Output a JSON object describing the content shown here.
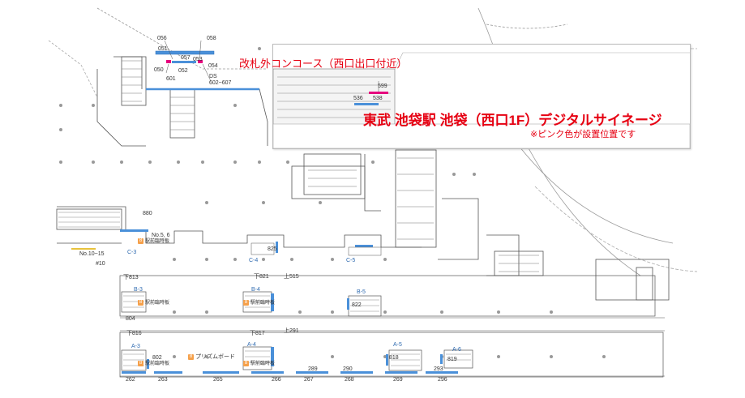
{
  "title_area": "改札外コンコース（西口出口付近）",
  "title_main": "東武 池袋駅 池袋（西口1F）デジタルサイネージ",
  "title_note": "※ピンク色が設置位置です",
  "colors": {
    "highlight": "#e6007e",
    "signage": "#4a90d9",
    "accent_red": "#e60012",
    "badge": "#f5a04a",
    "line": "#555555",
    "grid": "#999999"
  },
  "gate_labels": [
    "056",
    "051",
    "057",
    "050",
    "052",
    "053",
    "054",
    "058",
    "601",
    "DS",
    "602~607"
  ],
  "callout_labels": [
    "599",
    "536",
    "538"
  ],
  "concourse_labels": [
    "880",
    "No.5, 6",
    "No.10~15",
    "#10",
    "825"
  ],
  "exit_labels": [
    "C-3",
    "C-4",
    "C-5",
    "B-3",
    "B-4",
    "B-5",
    "A-3",
    "A-4",
    "A-5",
    "A-6"
  ],
  "panel_labels": [
    "下813",
    "下821",
    "上515",
    "804",
    "822",
    "下816",
    "下817",
    "上291",
    "802",
    "818",
    "819"
  ],
  "bottom_labels": [
    "262",
    "263",
    "265",
    "266",
    "267",
    "268",
    "269",
    "289",
    "290",
    "293",
    "296"
  ],
  "board_labels": [
    "プリズムボード",
    "駅前臨時板"
  ]
}
